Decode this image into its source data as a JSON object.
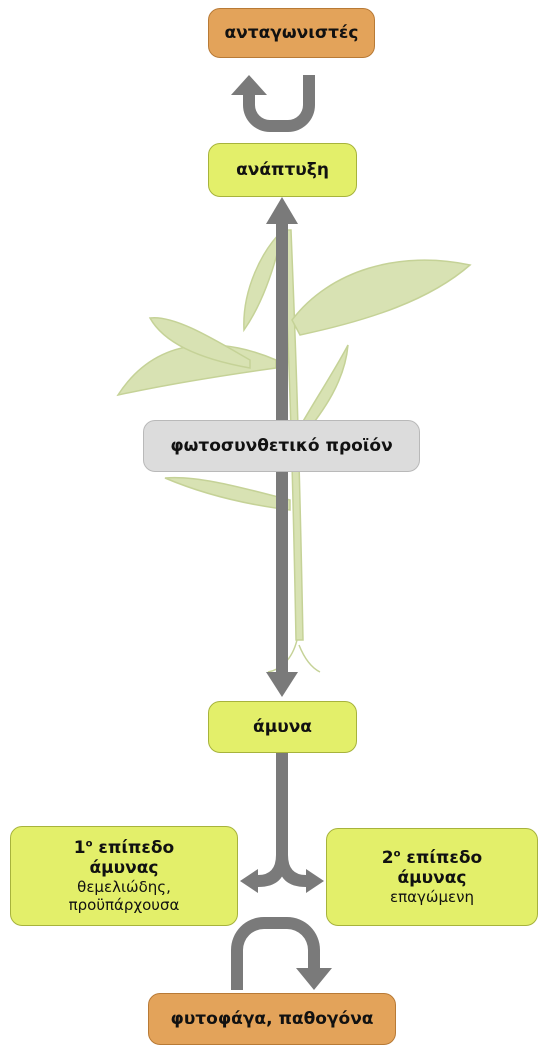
{
  "nodes": {
    "competitors": "ανταγωνιστές",
    "growth": "ανάπτυξη",
    "photosynthetic_product": "φωτοσυνθετικό προϊόν",
    "defense": "άμυνα",
    "level1": {
      "number": "1",
      "superscript": "ο",
      "title_rest": " επίπεδο",
      "title_line2": "άμυνας",
      "sub_line1": "θεμελιώδης,",
      "sub_line2": "προϋπάρχουσα"
    },
    "level2": {
      "number": "2",
      "superscript": "ο",
      "title_rest": " επίπεδο",
      "title_line2": "άμυνας",
      "sub_line1": "επαγώμενη"
    },
    "herbivores": "φυτοφάγα, παθογόνα"
  },
  "colors": {
    "orange_box": "#e3a35a",
    "green_box": "#e3ef6a",
    "grey_box": "#dcdcdc",
    "arrow": "#7a7a7a",
    "plant": "#c9d79a"
  }
}
